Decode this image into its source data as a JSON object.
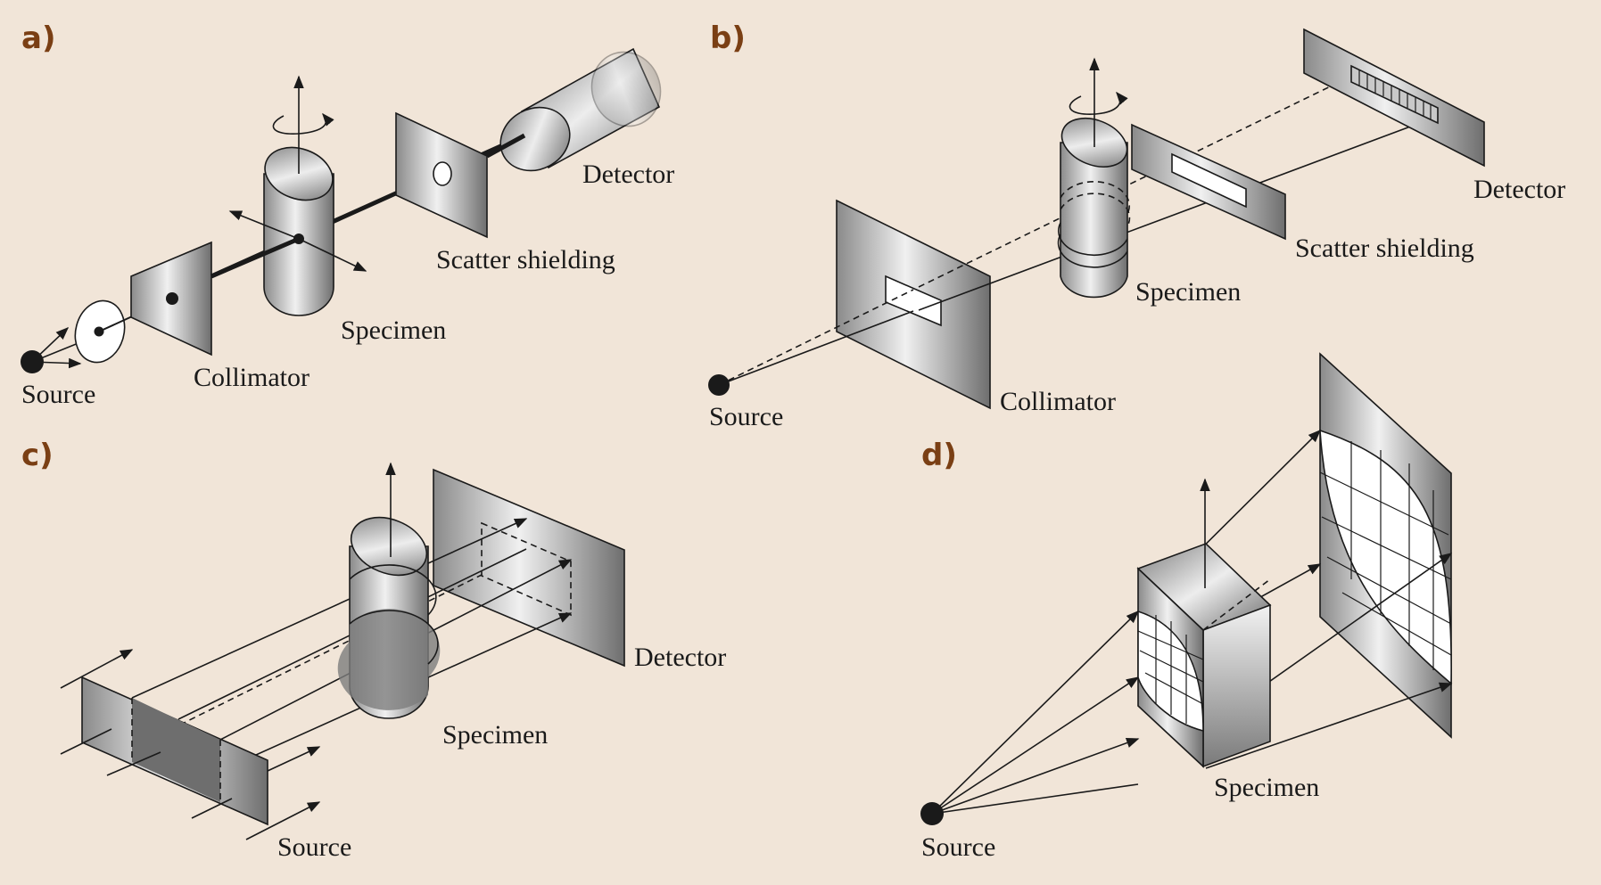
{
  "panels": {
    "a": {
      "tag": "a)",
      "source": "Source",
      "collimator": "Collimator",
      "specimen": "Specimen",
      "scatter_shielding": "Scatter shielding",
      "detector": "Detector"
    },
    "b": {
      "tag": "b)",
      "source": "Source",
      "collimator": "Collimator",
      "specimen": "Specimen",
      "scatter_shielding": "Scatter shielding",
      "detector": "Detector"
    },
    "c": {
      "tag": "c)",
      "source": "Source",
      "specimen": "Specimen",
      "detector": "Detector"
    },
    "d": {
      "tag": "d)",
      "source": "Source",
      "specimen": "Specimen"
    }
  },
  "colors": {
    "background": "#f1e5d8",
    "panel_label": "#7a3f14",
    "metal_light": "#eeeeee",
    "metal_dark": "#6b6b6b"
  }
}
